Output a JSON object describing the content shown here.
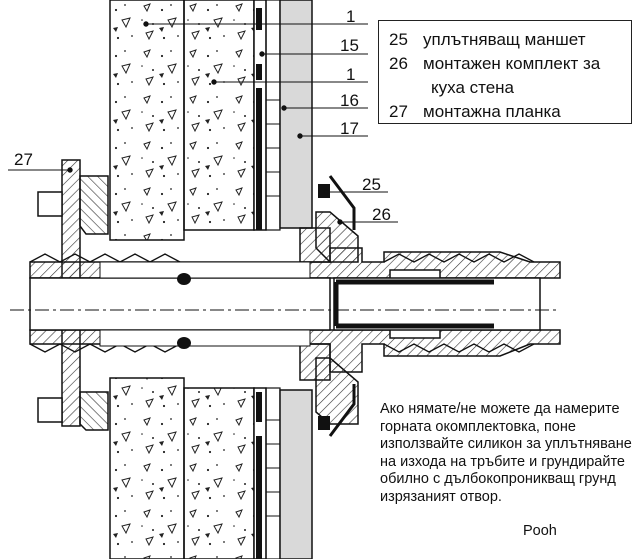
{
  "callouts": {
    "c1_top": "1",
    "c15": "15",
    "c1_mid": "1",
    "c16": "16",
    "c17": "17",
    "c27": "27",
    "c25": "25",
    "c26": "26"
  },
  "legend": {
    "item25": {
      "num": "25",
      "text": "уплътняващ маншет"
    },
    "item26": {
      "num": "26",
      "text": "монтажен комплект за",
      "text2": "куха стена"
    },
    "item27": {
      "num": "27",
      "text": "монтажна планка"
    }
  },
  "note": {
    "text": "Ако нямате/не можете да намерите горната окомплектовка, поне използвайте силикон за уплътняване на изхода на тръбите и грундирайте обилно с дълбокопроникващ грунд изрязаният отвор.",
    "signature": "Pooh"
  }
}
